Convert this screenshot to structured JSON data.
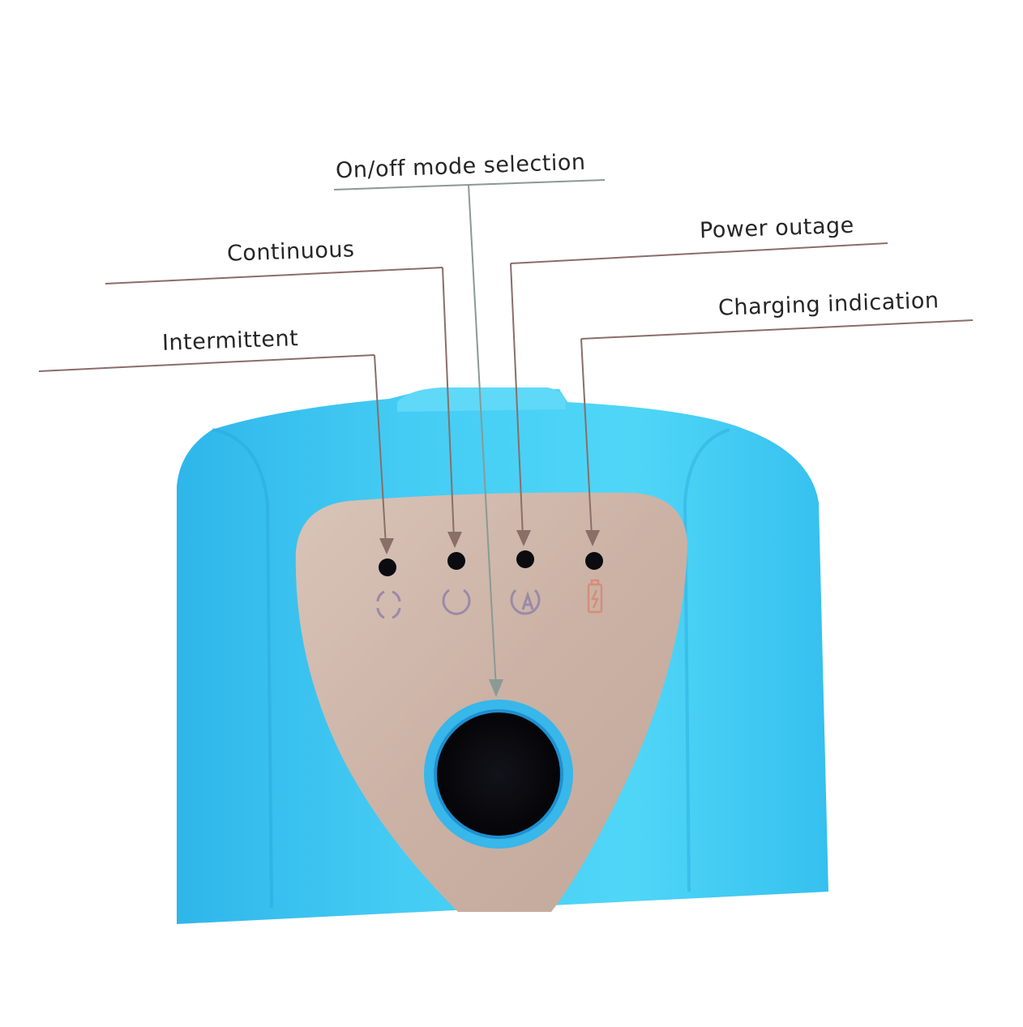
{
  "colors": {
    "device_body": "#3ec8f2",
    "control_panel": "#cdb5a8",
    "leader_line": "#8a6e68",
    "power_button": "#0b0b10",
    "indicator_icon": "#9a8aa8"
  },
  "callouts": {
    "on_off_mode": "On/off mode selection",
    "continuous": "Continuous",
    "power_outage": "Power outage",
    "charging": "Charging indication",
    "intermittent": "Intermittent"
  },
  "indicators": [
    {
      "name": "intermittent",
      "icon": "intermittent-icon"
    },
    {
      "name": "continuous",
      "icon": "continuous-icon"
    },
    {
      "name": "power-outage",
      "icon": "auto-icon"
    },
    {
      "name": "charging",
      "icon": "battery-icon"
    }
  ]
}
